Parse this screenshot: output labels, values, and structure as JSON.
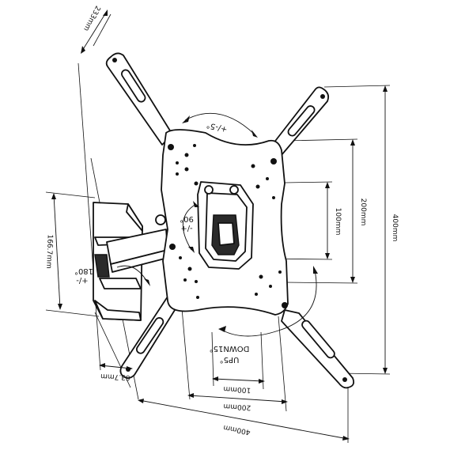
{
  "diagram": {
    "dimensions": {
      "arm_length": "233mm",
      "vesa_v_small": "100mm",
      "vesa_v_mid": "200mm",
      "vesa_v_large": "400mm",
      "vesa_h_small": "100mm",
      "vesa_h_mid": "200mm",
      "vesa_h_large": "400mm",
      "wall_plate_height": "166.7mm",
      "wall_depth": "63.7mm"
    },
    "rotations": {
      "tilt_line1": "UP5°",
      "tilt_line2": "DOWN15°",
      "swivel_line1": "180°",
      "swivel_line2": "+/-",
      "rotate_line1": "90°",
      "rotate_line2": "-/+",
      "level": "+/-5°"
    }
  }
}
